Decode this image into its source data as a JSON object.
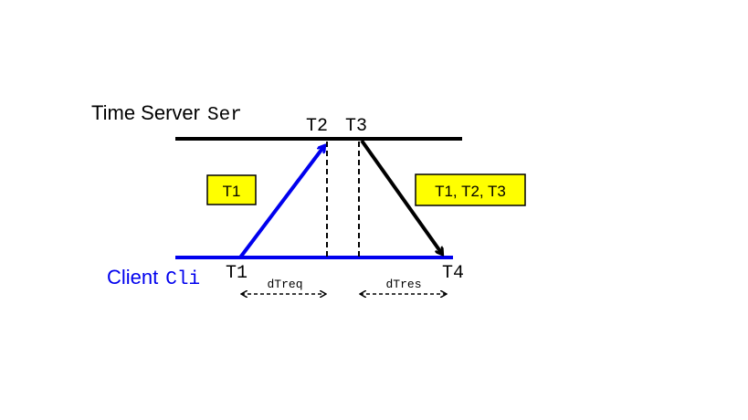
{
  "server": {
    "label": "Time Server",
    "id": "Ser"
  },
  "client": {
    "label": "Client",
    "id": "Cli"
  },
  "timestamps": {
    "t1": "T1",
    "t2": "T2",
    "t3": "T3",
    "t4": "T4"
  },
  "boxes": {
    "request_payload": "T1",
    "response_payload": "T1, T2, T3"
  },
  "delays": {
    "request": "dTreq",
    "response": "dTres"
  },
  "colors": {
    "client": "#0000ee",
    "server": "#000000",
    "box_fill": "#ffff00"
  }
}
